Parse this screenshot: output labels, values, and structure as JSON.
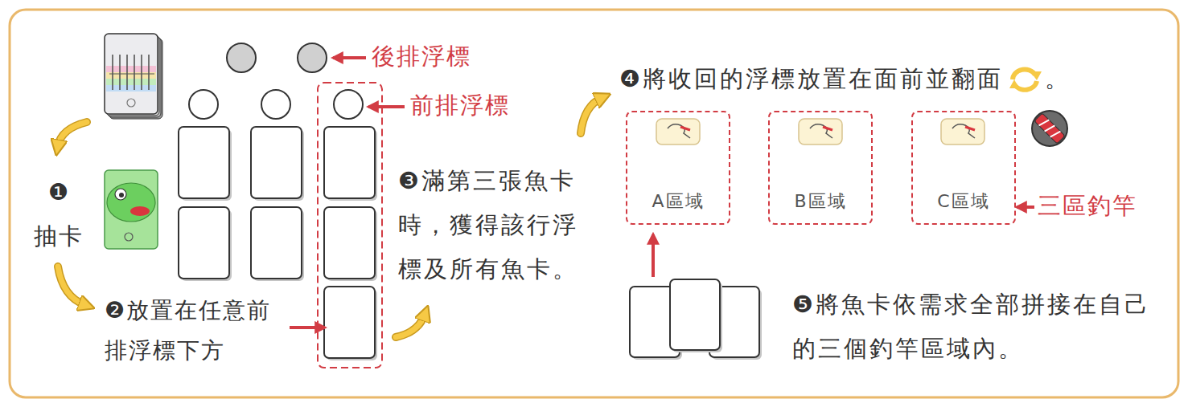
{
  "diagram": {
    "nodes": [
      {
        "text": [
          "A區域"
        ]
      },
      {
        "text": [
          "B區域"
        ]
      },
      {
        "text": [
          "C區域"
        ]
      }
    ],
    "labels": [
      "後排浮標",
      "前排浮標",
      "❶",
      "抽卡",
      "❷放置在任意前排浮標下方",
      "❸滿第三張魚卡時，獲得該行浮標及所有魚卡。",
      "❹將收回的浮標放置在面前並翻面",
      "。",
      "三區釣竿",
      "❺將魚卡依需求全部拼接在自己的三個釣竿區域內。"
    ]
  }
}
